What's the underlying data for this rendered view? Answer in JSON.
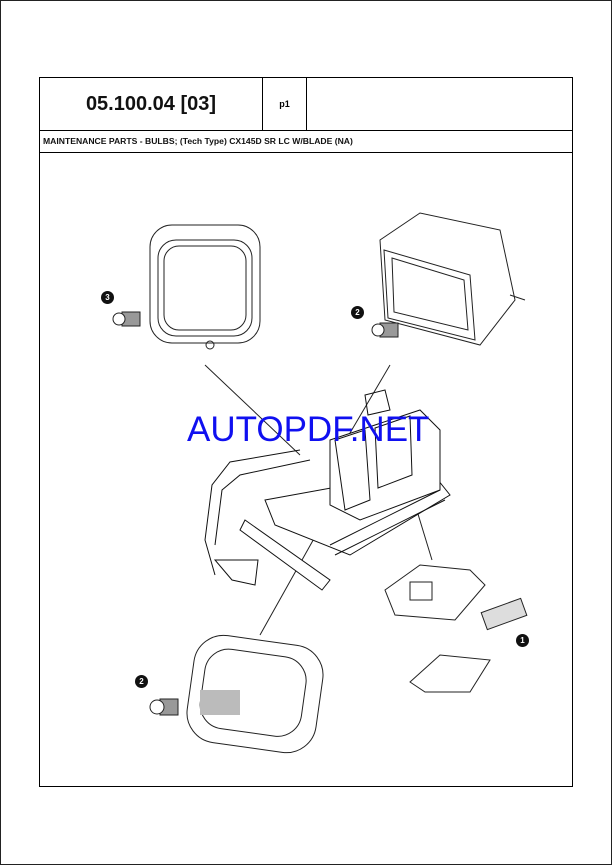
{
  "header": {
    "section_code": "05.100.04 [03]",
    "page": "p1"
  },
  "caption": "MAINTENANCE PARTS - BULBS; (Tech Type) CX145D SR LC W/BLADE (NA)",
  "callouts": [
    "3",
    "2",
    "1",
    "2"
  ],
  "watermark": "AUTOPDF.NET"
}
